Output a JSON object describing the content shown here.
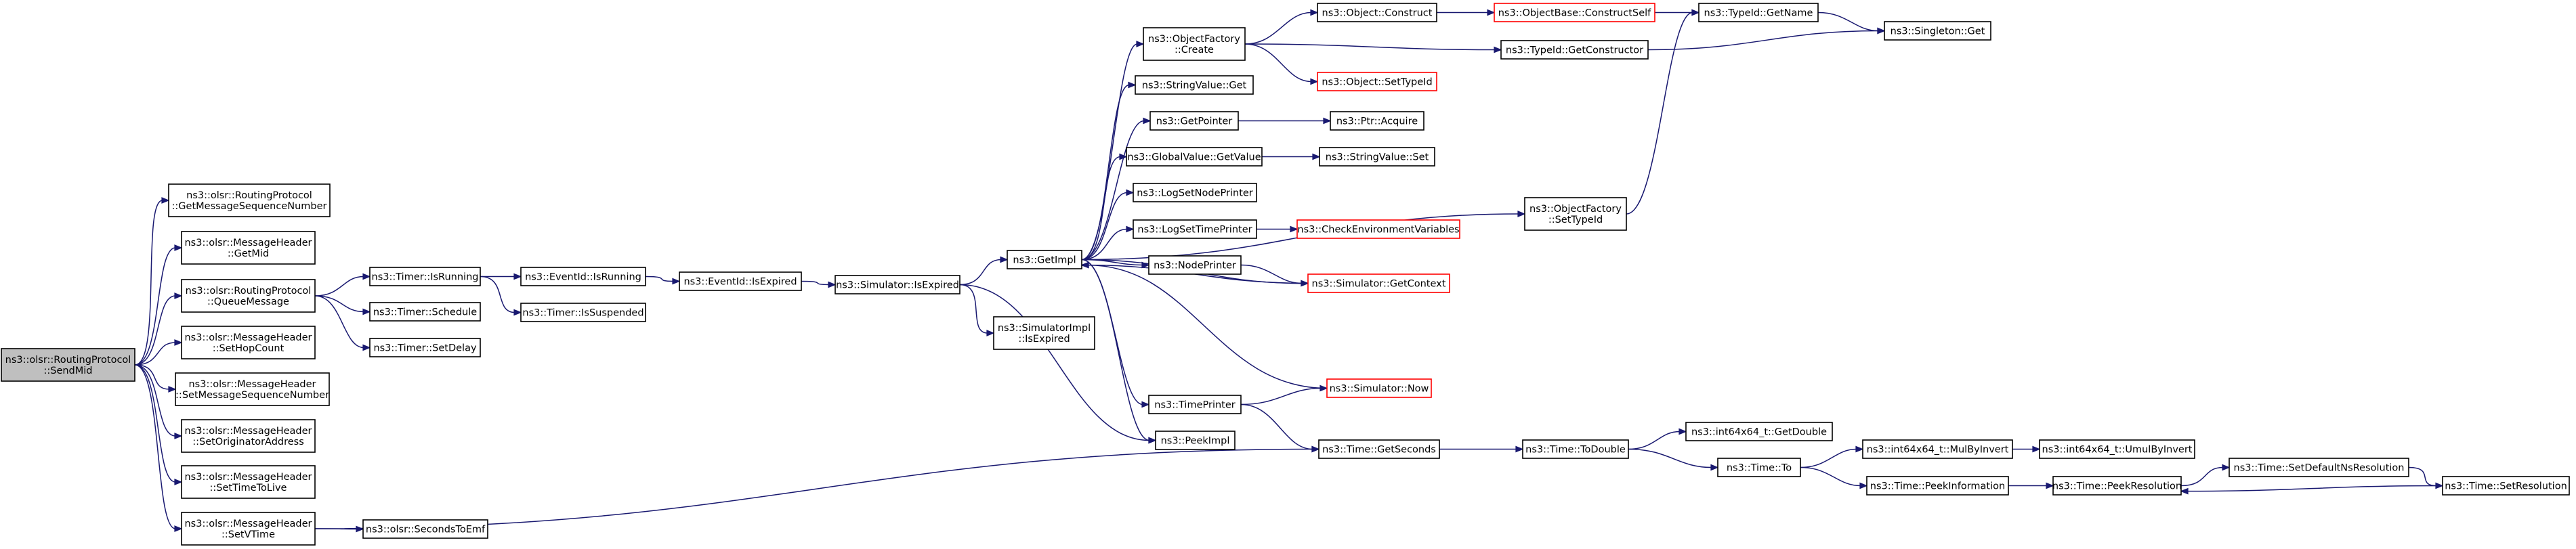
{
  "graph": {
    "title": "",
    "colors": {
      "edge": "#191970",
      "node_border": "#000000",
      "node_border_undocumented": "#ff0000",
      "root_fill": "#bfbfbf",
      "node_fill": "#ffffff"
    },
    "nodes": [
      {
        "id": "sendmid",
        "lines": [
          "ns3::olsr::RoutingProtocol",
          "::SendMid"
        ],
        "style": "root"
      },
      {
        "id": "getmsgseq",
        "lines": [
          "ns3::olsr::RoutingProtocol",
          "::GetMessageSequenceNumber"
        ],
        "style": "normal"
      },
      {
        "id": "getmid",
        "lines": [
          "ns3::olsr::MessageHeader",
          "::GetMid"
        ],
        "style": "normal"
      },
      {
        "id": "queuemsg",
        "lines": [
          "ns3::olsr::RoutingProtocol",
          "::QueueMessage"
        ],
        "style": "normal"
      },
      {
        "id": "sethopcount",
        "lines": [
          "ns3::olsr::MessageHeader",
          "::SetHopCount"
        ],
        "style": "normal"
      },
      {
        "id": "setmsgseq",
        "lines": [
          "ns3::olsr::MessageHeader",
          "::SetMessageSequenceNumber"
        ],
        "style": "normal"
      },
      {
        "id": "setorig",
        "lines": [
          "ns3::olsr::MessageHeader",
          "::SetOriginatorAddress"
        ],
        "style": "normal"
      },
      {
        "id": "setttl",
        "lines": [
          "ns3::olsr::MessageHeader",
          "::SetTimeToLive"
        ],
        "style": "normal"
      },
      {
        "id": "setvtime",
        "lines": [
          "ns3::olsr::MessageHeader",
          "::SetVTime"
        ],
        "style": "normal"
      },
      {
        "id": "timerisrunning",
        "lines": [
          "ns3::Timer::IsRunning"
        ],
        "style": "normal"
      },
      {
        "id": "timerschedule",
        "lines": [
          "ns3::Timer::Schedule"
        ],
        "style": "normal"
      },
      {
        "id": "timersetdelay",
        "lines": [
          "ns3::Timer::SetDelay"
        ],
        "style": "normal"
      },
      {
        "id": "timerissuspended",
        "lines": [
          "ns3::Timer::IsSuspended"
        ],
        "style": "normal"
      },
      {
        "id": "eventisrunning",
        "lines": [
          "ns3::EventId::IsRunning"
        ],
        "style": "normal"
      },
      {
        "id": "eventisexpired",
        "lines": [
          "ns3::EventId::IsExpired"
        ],
        "style": "normal"
      },
      {
        "id": "simisexpired",
        "lines": [
          "ns3::Simulator::IsExpired"
        ],
        "style": "normal"
      },
      {
        "id": "simimplisexpired",
        "lines": [
          "ns3::SimulatorImpl",
          "::IsExpired"
        ],
        "style": "normal"
      },
      {
        "id": "getimpl",
        "lines": [
          "ns3::GetImpl"
        ],
        "style": "normal"
      },
      {
        "id": "secondstoemf",
        "lines": [
          "ns3::olsr::SecondsToEmf"
        ],
        "style": "normal"
      },
      {
        "id": "objfactcreate",
        "lines": [
          "ns3::ObjectFactory",
          "::Create"
        ],
        "style": "normal"
      },
      {
        "id": "stringvalueget",
        "lines": [
          "ns3::StringValue::Get"
        ],
        "style": "normal"
      },
      {
        "id": "getpointer",
        "lines": [
          "ns3::GetPointer"
        ],
        "style": "normal"
      },
      {
        "id": "globalvalueget",
        "lines": [
          "ns3::GlobalValue::GetValue"
        ],
        "style": "normal"
      },
      {
        "id": "logsetnodeprinter",
        "lines": [
          "ns3::LogSetNodePrinter"
        ],
        "style": "normal"
      },
      {
        "id": "logsettimeprinter",
        "lines": [
          "ns3::LogSetTimePrinter"
        ],
        "style": "normal"
      },
      {
        "id": "nodeprinter",
        "lines": [
          "ns3::NodePrinter"
        ],
        "style": "normal"
      },
      {
        "id": "timeprinter",
        "lines": [
          "ns3::TimePrinter"
        ],
        "style": "normal"
      },
      {
        "id": "peekimpl",
        "lines": [
          "ns3::PeekImpl"
        ],
        "style": "normal"
      },
      {
        "id": "objconstruct",
        "lines": [
          "ns3::Object::Construct"
        ],
        "style": "normal"
      },
      {
        "id": "objsettypeid",
        "lines": [
          "ns3::Object::SetTypeId"
        ],
        "style": "red"
      },
      {
        "id": "ptracquire",
        "lines": [
          "ns3::Ptr::Acquire"
        ],
        "style": "normal"
      },
      {
        "id": "stringvalueset",
        "lines": [
          "ns3::StringValue::Set"
        ],
        "style": "normal"
      },
      {
        "id": "checkenv",
        "lines": [
          "ns3::CheckEnvironmentVariables"
        ],
        "style": "red"
      },
      {
        "id": "simgetcontext",
        "lines": [
          "ns3::Simulator::GetContext"
        ],
        "style": "red"
      },
      {
        "id": "simnow",
        "lines": [
          "ns3::Simulator::Now"
        ],
        "style": "red"
      },
      {
        "id": "timegetseconds",
        "lines": [
          "ns3::Time::GetSeconds"
        ],
        "style": "normal"
      },
      {
        "id": "objbaseconstruct",
        "lines": [
          "ns3::ObjectBase::ConstructSelf"
        ],
        "style": "red"
      },
      {
        "id": "typeidgetctor",
        "lines": [
          "ns3::TypeId::GetConstructor"
        ],
        "style": "normal"
      },
      {
        "id": "objfactsettypeid",
        "lines": [
          "ns3::ObjectFactory",
          "::SetTypeId"
        ],
        "style": "normal"
      },
      {
        "id": "timetodouble",
        "lines": [
          "ns3::Time::ToDouble"
        ],
        "style": "normal"
      },
      {
        "id": "typeidgetname",
        "lines": [
          "ns3::TypeId::GetName"
        ],
        "style": "normal"
      },
      {
        "id": "int64getdouble",
        "lines": [
          "ns3::int64x64_t::GetDouble"
        ],
        "style": "normal"
      },
      {
        "id": "timeto",
        "lines": [
          "ns3::Time::To"
        ],
        "style": "normal"
      },
      {
        "id": "singletonget",
        "lines": [
          "ns3::Singleton::Get"
        ],
        "style": "normal"
      },
      {
        "id": "int64mulbyinvert",
        "lines": [
          "ns3::int64x64_t::MulByInvert"
        ],
        "style": "normal"
      },
      {
        "id": "timepeekinfo",
        "lines": [
          "ns3::Time::PeekInformation"
        ],
        "style": "normal"
      },
      {
        "id": "int64umulbyinvert",
        "lines": [
          "ns3::int64x64_t::UmulByInvert"
        ],
        "style": "normal"
      },
      {
        "id": "timepeekres",
        "lines": [
          "ns3::Time::PeekResolution"
        ],
        "style": "normal"
      },
      {
        "id": "timesetdefault",
        "lines": [
          "ns3::Time::SetDefaultNsResolution"
        ],
        "style": "normal"
      },
      {
        "id": "timesetres",
        "lines": [
          "ns3::Time::SetResolution"
        ],
        "style": "normal"
      }
    ],
    "edges": [
      [
        "sendmid",
        "getmsgseq"
      ],
      [
        "sendmid",
        "getmid"
      ],
      [
        "sendmid",
        "queuemsg"
      ],
      [
        "sendmid",
        "sethopcount"
      ],
      [
        "sendmid",
        "setmsgseq"
      ],
      [
        "sendmid",
        "setorig"
      ],
      [
        "sendmid",
        "setttl"
      ],
      [
        "sendmid",
        "setvtime"
      ],
      [
        "queuemsg",
        "timerisrunning"
      ],
      [
        "queuemsg",
        "timerschedule"
      ],
      [
        "queuemsg",
        "timersetdelay"
      ],
      [
        "timerisrunning",
        "eventisrunning"
      ],
      [
        "timerisrunning",
        "timerissuspended"
      ],
      [
        "eventisrunning",
        "eventisexpired"
      ],
      [
        "eventisexpired",
        "simisexpired"
      ],
      [
        "simisexpired",
        "getimpl"
      ],
      [
        "simisexpired",
        "simimplisexpired"
      ],
      [
        "simisexpired",
        "peekimpl"
      ],
      [
        "getimpl",
        "objfactcreate"
      ],
      [
        "getimpl",
        "stringvalueget"
      ],
      [
        "getimpl",
        "getpointer"
      ],
      [
        "getimpl",
        "globalvalueget"
      ],
      [
        "getimpl",
        "logsetnodeprinter"
      ],
      [
        "getimpl",
        "logsettimeprinter"
      ],
      [
        "getimpl",
        "nodeprinter"
      ],
      [
        "getimpl",
        "timeprinter"
      ],
      [
        "getimpl",
        "peekimpl"
      ],
      [
        "getimpl",
        "simgetcontext"
      ],
      [
        "getimpl",
        "objfactsettypeid"
      ],
      [
        "objfactcreate",
        "objconstruct"
      ],
      [
        "objfactcreate",
        "objsettypeid"
      ],
      [
        "objfactcreate",
        "typeidgetctor"
      ],
      [
        "objconstruct",
        "objbaseconstruct"
      ],
      [
        "objbaseconstruct",
        "typeidgetname"
      ],
      [
        "typeidgetname",
        "singletonget"
      ],
      [
        "typeidgetctor",
        "singletonget"
      ],
      [
        "objfactsettypeid",
        "typeidgetname"
      ],
      [
        "getpointer",
        "ptracquire"
      ],
      [
        "globalvalueget",
        "stringvalueset"
      ],
      [
        "logsettimeprinter",
        "checkenv"
      ],
      [
        "nodeprinter",
        "simgetcontext"
      ],
      [
        "simgetcontext",
        "getimpl"
      ],
      [
        "simnow",
        "getimpl"
      ],
      [
        "timeprinter",
        "simnow"
      ],
      [
        "timeprinter",
        "timegetseconds"
      ],
      [
        "setvtime",
        "timegetseconds"
      ],
      [
        "setvtime",
        "secondstoemf"
      ],
      [
        "timegetseconds",
        "timetodouble"
      ],
      [
        "timetodouble",
        "int64getdouble"
      ],
      [
        "timetodouble",
        "timeto"
      ],
      [
        "timeto",
        "int64mulbyinvert"
      ],
      [
        "timeto",
        "timepeekinfo"
      ],
      [
        "int64mulbyinvert",
        "int64umulbyinvert"
      ],
      [
        "timepeekinfo",
        "timepeekres"
      ],
      [
        "timepeekres",
        "timesetdefault"
      ],
      [
        "timesetdefault",
        "timesetres"
      ],
      [
        "timesetres",
        "timepeekres"
      ]
    ]
  }
}
